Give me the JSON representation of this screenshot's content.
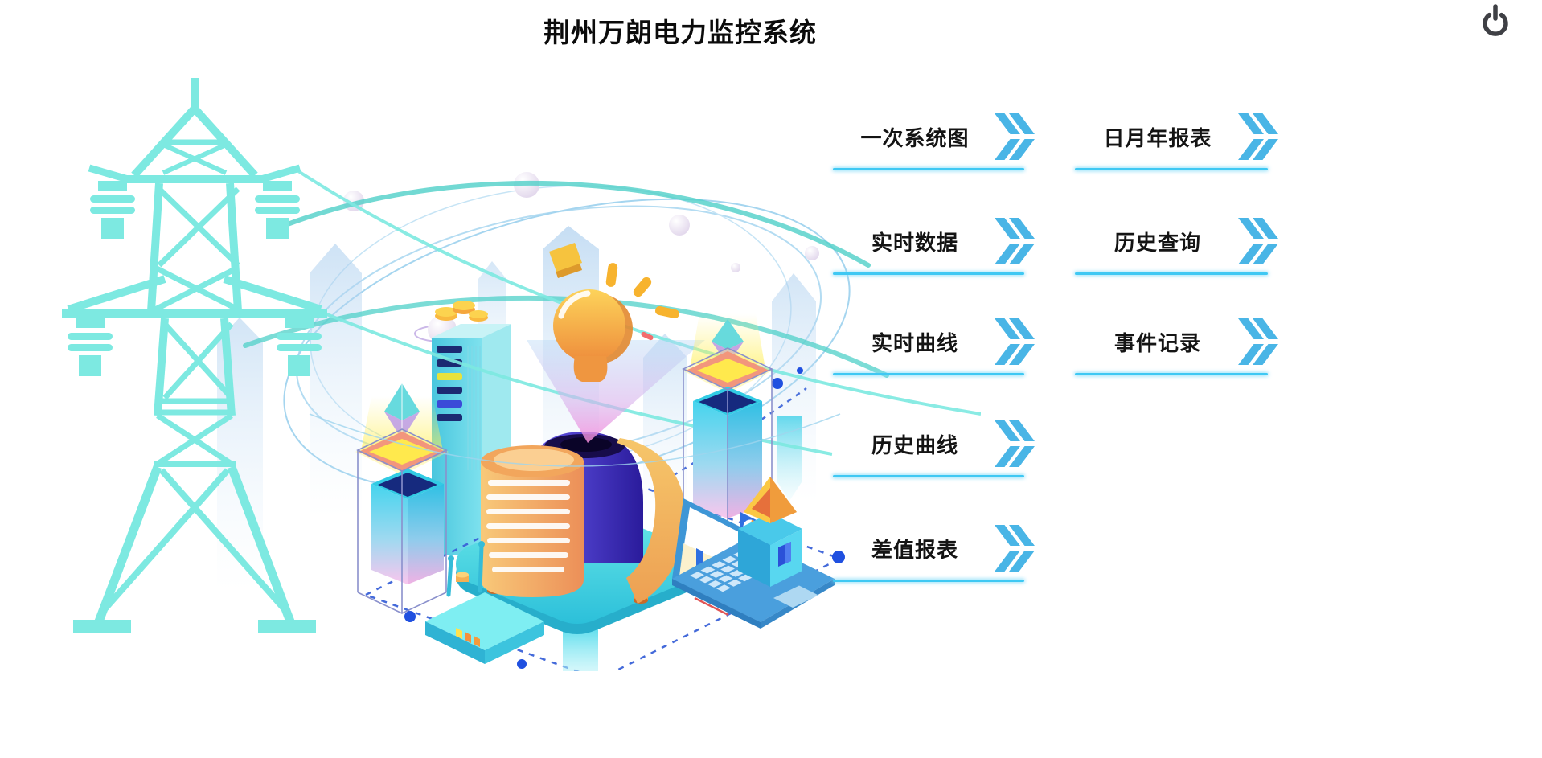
{
  "app": {
    "title": "荆州万朗电力监控系统"
  },
  "header": {
    "power_icon": "power-icon",
    "power_color": "#3f4045"
  },
  "menu": {
    "accent_color": "#49b5e6",
    "underline_color": "#3fc8f3",
    "arrow_icon": "double-chevron-icon",
    "items": [
      {
        "label": "一次系统图"
      },
      {
        "label": "日月年报表"
      },
      {
        "label": "实时数据"
      },
      {
        "label": "历史查询"
      },
      {
        "label": "实时曲线"
      },
      {
        "label": "事件记录"
      },
      {
        "label": "历史曲线"
      },
      {
        "label": "差值报表"
      }
    ]
  },
  "illustration": {
    "name": "smart-power-grid-illustration",
    "tower_color": "#7de9e1",
    "ring_color": "#4fd0c8",
    "dashed_path_color": "#3a62d8"
  }
}
